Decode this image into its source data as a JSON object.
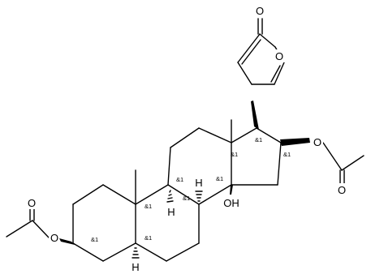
{
  "structure": {
    "atom_labels": {
      "carbonyl_o_lactone": "O",
      "ring_o_lactone": "O",
      "ester_o_c16": "O",
      "carbonyl_o_c16": "O",
      "hydroxyl_c14": "OH",
      "ester_o_c3": "O",
      "carbonyl_o_c3": "O",
      "h_c9": "H",
      "h_c5": "H",
      "h_c8": "H"
    },
    "stereo_mark": "&1"
  }
}
